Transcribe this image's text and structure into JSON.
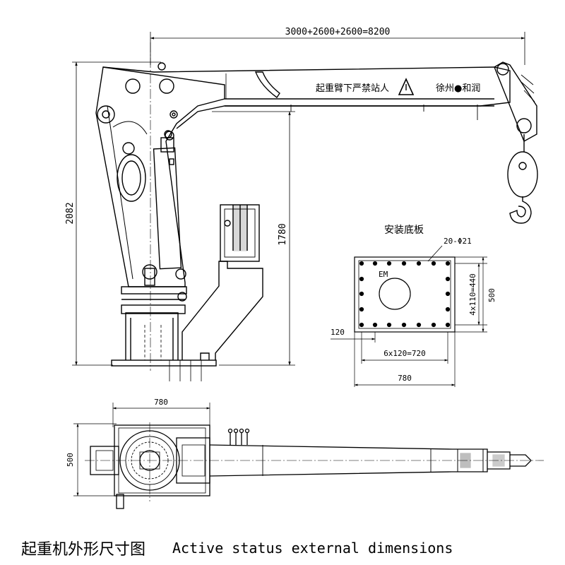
{
  "dimensions": {
    "top_length": "3000+2600+2600=8200",
    "height_total": "2082",
    "height_column": "1780",
    "plan_width": "780",
    "plan_depth": "500"
  },
  "boom_text": {
    "warning": "起重臂下严禁站人",
    "brand": "徐州●和润"
  },
  "base_plate": {
    "title": "安装底板",
    "holes": "20-Φ21",
    "spacing_vertical": "4x110=440",
    "height": "500",
    "edge_offset": "120",
    "spacing_horizontal": "6x120=720",
    "width": "780",
    "center_mark": "EM"
  },
  "caption": {
    "chinese": "起重机外形尺寸图",
    "english": "Active status external dimensions"
  }
}
